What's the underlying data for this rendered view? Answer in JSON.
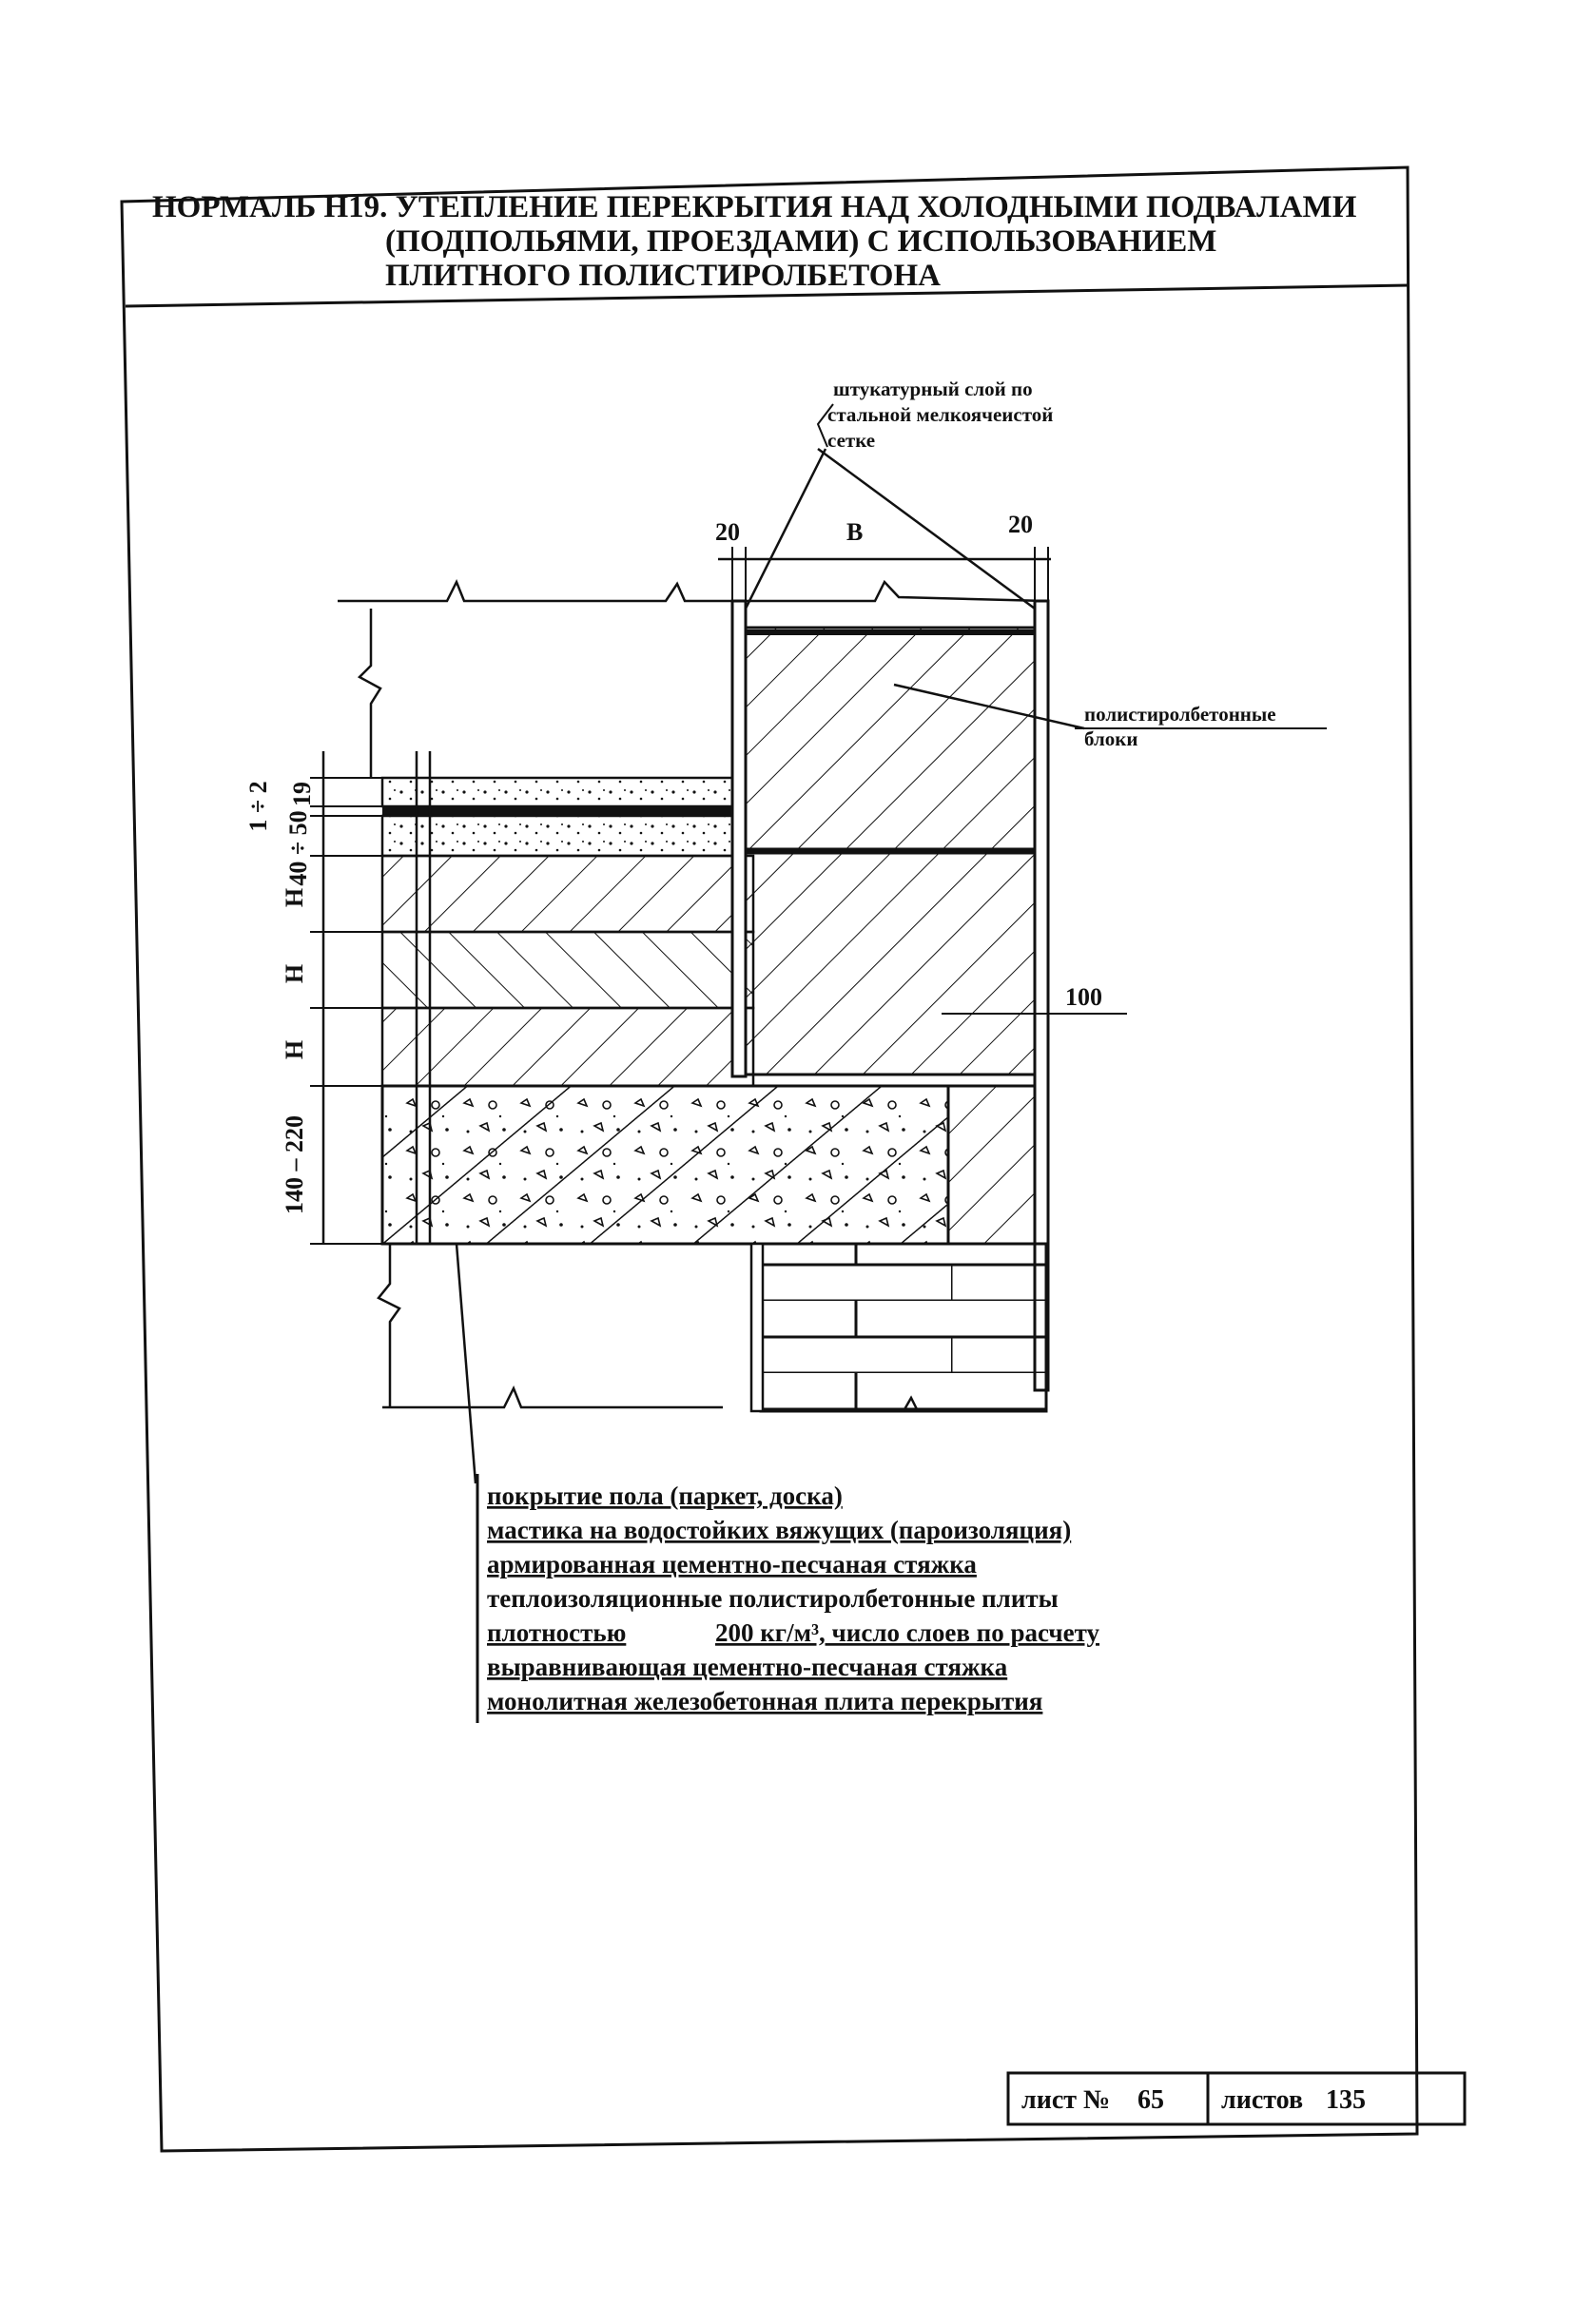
{
  "title": {
    "line1": "НОРМАЛЬ Н19. УТЕПЛЕНИЕ ПЕРЕКРЫТИЯ НАД ХОЛОДНЫМИ  ПОДВАЛАМИ",
    "line2": "(ПОДПОЛЬЯМИ, ПРОЕЗДАМИ) С ИСПОЛЬЗОВАНИЕМ",
    "line3": "ПЛИТНОГО ПОЛИСТИРОЛБЕТОНА"
  },
  "callouts": {
    "plaster": [
      "штукатурный слой по",
      "стальной мелкоячеистой",
      "сетке"
    ],
    "blocks": [
      "полистиролбетонные",
      "блоки"
    ]
  },
  "dimensions": {
    "top_left": "20",
    "top_mid": "B",
    "top_right": "20",
    "right_100": "100",
    "left_labels": [
      "19",
      "1 ÷ 2",
      "40 ÷ 50",
      "H",
      "H",
      "H",
      "140 – 220"
    ]
  },
  "legend": {
    "lines": [
      "покрытие пола (паркет, доска)",
      "мастика на водостойких вяжущих (пароизоляция)",
      "армированная цементно-песчаная стяжка",
      "теплоизоляционные полистиролбетонные плиты",
      "плотностью",
      "выравнивающая цементно-песчаная стяжка",
      "монолитная железобетонная плита перекрытия"
    ],
    "density_value": "200 кг/м³, число слоев по расчету"
  },
  "stamp": {
    "sheet_label": "лист №",
    "sheet_no": "65",
    "sheets_label": "листов",
    "sheets_total": "135"
  }
}
